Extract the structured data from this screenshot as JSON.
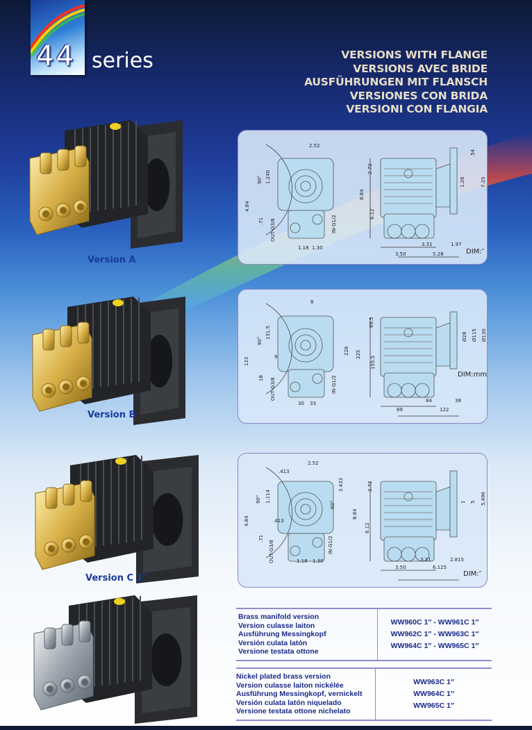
{
  "header": {
    "logo_number": "44",
    "logo_word": "series",
    "titles": [
      "VERSIONS WITH FLANGE",
      "VERSIONS AVEC BRIDE",
      "AUSFÜHRUNGEN MIT FLANSCH",
      "VERSIONES CON BRIDA",
      "VERSIONI CON FLANGIA"
    ]
  },
  "versions": [
    {
      "label": "Version A",
      "finish": "brass"
    },
    {
      "label": "Version B",
      "finish": "brass"
    },
    {
      "label": "Version C 1″",
      "finish": "brass"
    },
    {
      "label": "",
      "finish": "nickel"
    }
  ],
  "diagrams": [
    {
      "name": "version-a",
      "labels": [
        "2.52",
        "90°",
        "1.240",
        "4.84",
        ".71",
        "OUT-G3/8",
        "1.18",
        "1.30",
        "IN-G1/2",
        "2.72",
        "8.84",
        "6.12",
        "3.50",
        "3.31",
        "5.28",
        "1.97",
        "1.26",
        "7.25",
        ".54",
        "DIM:″"
      ]
    },
    {
      "name": "version-b",
      "labels": [
        "8",
        "90°",
        "131.5",
        "123",
        "18",
        "OUT-G3/8",
        "30",
        "33",
        "IN-G1/2",
        "69.5",
        "228",
        "155.5",
        "89",
        "84",
        "122",
        "38",
        "Ø28",
        "Ø115",
        "Ø130",
        "DIM:mm",
        "225",
        "9"
      ]
    },
    {
      "name": "version-c",
      "labels": [
        "2.52",
        "90°",
        "1.114",
        "4.84",
        ".71",
        "OUT-G3/8",
        "1.18",
        "1.30",
        "IN-G1/2",
        "2.72",
        "8.84",
        "6.12",
        "3.50",
        "3.31",
        "6.125",
        "2.815",
        "1",
        "5.496",
        "5",
        "DIM:″",
        "3.433",
        ".413",
        ".413",
        "60°"
      ]
    }
  ],
  "tables": [
    {
      "descriptions": [
        "Brass manifold version",
        "Version culasse laiton",
        "Ausführung Messingkopf",
        "Versión culata latón",
        "Versione testata ottone"
      ],
      "models": [
        "WW960C 1″ - WW961C 1″",
        "WW962C 1″ - WW963C 1″",
        "WW964C 1″ - WW965C 1″"
      ]
    },
    {
      "descriptions": [
        "Nickel plated brass version",
        "Version culasse laiton nickélée",
        "Ausführung Messingkopf, vernickelt",
        "Versión culata latón niquelado",
        "Versione testata ottone nichelato"
      ],
      "models": [
        "WW963C 1″",
        "WW964C 1″",
        "WW965C 1″"
      ]
    }
  ],
  "colors": {
    "accent": "#1b2a8a",
    "panel_border": "#8b86c8",
    "headline": "#e6ddc8"
  }
}
